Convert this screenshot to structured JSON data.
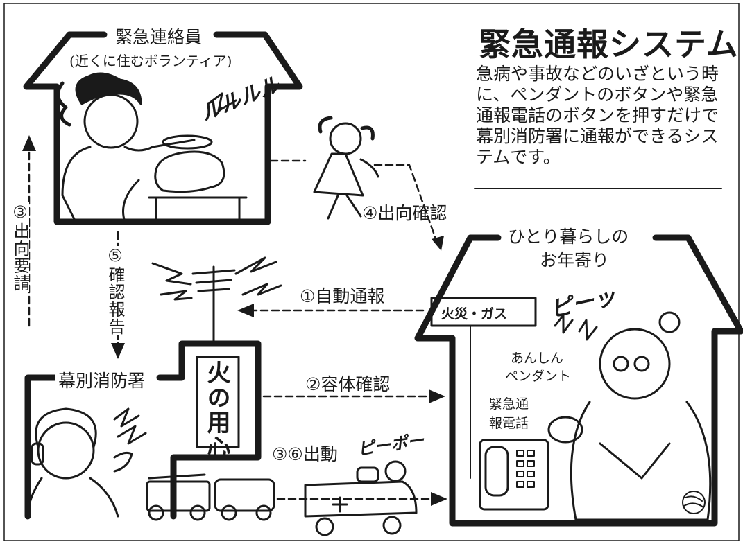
{
  "title": "緊急通報システム",
  "description_lines": [
    "急病や事故などのいざという時",
    "に、ペンダントのボタンや緊急",
    "通報電話のボタンを押すだけで",
    "幕別消防署に通報ができるシス",
    "テムです。"
  ],
  "volunteer": {
    "label": "緊急連絡員",
    "sub": "(近くに住むボランティア)",
    "phone_sound": "ルルルル"
  },
  "elderly": {
    "label_line1": "ひとり暮らしの",
    "label_line2": "お年寄り",
    "sign": "火災・ガス",
    "pendant_line1": "あんしん",
    "pendant_line2": "ペンダント",
    "phone_line1": "緊急通",
    "phone_line2": "報電話",
    "beep": "ピーッ"
  },
  "fire_station": {
    "label": "幕別消防署",
    "sign": "火の用心"
  },
  "steps": {
    "s1": "①自動通報",
    "s2": "②容体確認",
    "s3": "③出向要請",
    "s4": "④出向確認",
    "s5": "⑤確認報告",
    "s36": "③⑥出動"
  },
  "siren": "ピーポー"
}
